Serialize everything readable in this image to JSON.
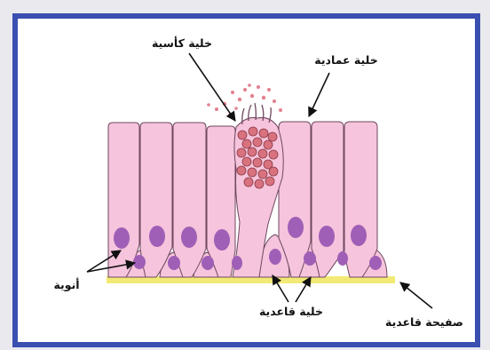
{
  "labels": {
    "goblet_cell": "خلية كأسية",
    "columnar_cell": "خلية عمادية",
    "nuclei": "أنوية",
    "basal_cell": "خلية قاعدية",
    "basement_membrane": "صفيحة قاعدية"
  },
  "colors": {
    "frame": "#3b4fb0",
    "cell_fill": "#f6c4dc",
    "cell_stroke": "#6e4860",
    "nucleus": "#a05fb6",
    "secretion_granule": "#d9727f",
    "membrane": "#f2ea74"
  }
}
